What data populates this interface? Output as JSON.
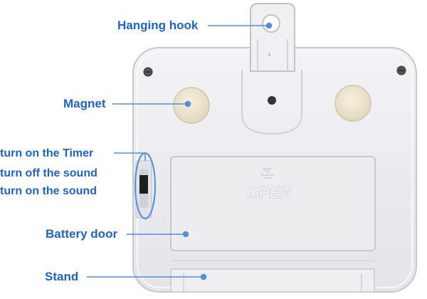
{
  "labels": {
    "hanging_hook": "Hanging hook",
    "magnet": "Magnet",
    "switch_timer": "turn on the Timer",
    "switch_sound_off": "turn off the sound",
    "switch_sound_on": "turn on the sound",
    "battery_door": "Battery door",
    "stand": "Stand"
  },
  "embossed": {
    "battery_door_text": "OPEN"
  },
  "colors": {
    "label_blue": "#1c64c8",
    "callout_line": "#4d90e0",
    "body": "#ebebef",
    "body_edge": "#c9c9cf",
    "magnet": "#efe7d2",
    "screw": "#4a4a4a"
  }
}
